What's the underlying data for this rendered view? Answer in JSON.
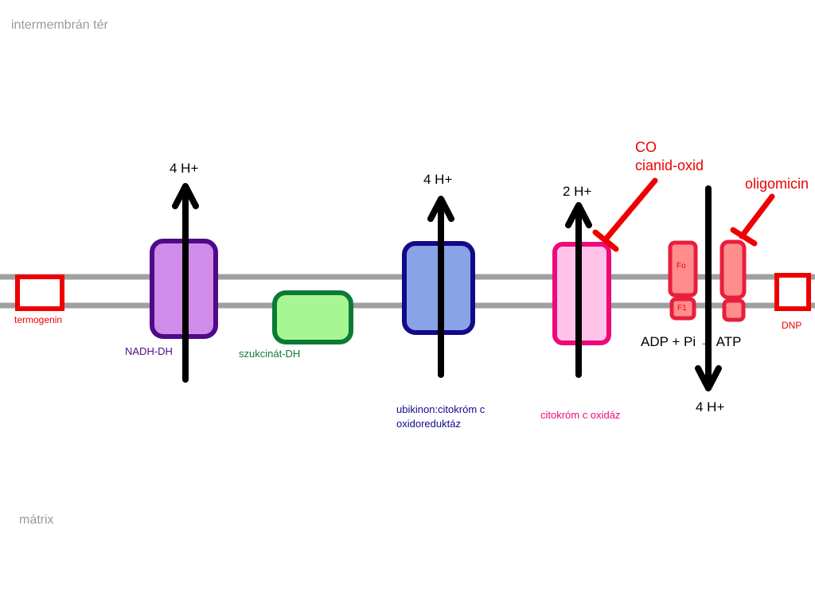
{
  "regions": {
    "intermembrane": "intermembrán tér",
    "matrix": "mátrix"
  },
  "colors": {
    "membrane": "#a0a0a0",
    "nadh_fill": "#d08ce8",
    "nadh_border": "#4e0a88",
    "sdh_fill": "#a6f793",
    "sdh_border": "#0b7a35",
    "ubq_fill": "#8aa2e6",
    "ubq_border": "#120a8a",
    "cox_fill": "#ffc2e8",
    "cox_border": "#ee0a7a",
    "atpase_fill": "#ff8d8d",
    "atpase_border": "#e81e3c",
    "inhibitor": "#ee0000"
  },
  "complexes": {
    "nadh_dh": "NADH-DH",
    "szukcinat_dh": "szukcinát-DH",
    "ubikinon_line1": "ubikinon:citokróm c",
    "ubikinon_line2": "oxidoreduktáz",
    "citokrom_oxidaz": "citokróm c oxidáz"
  },
  "protons": {
    "complex1": "4 H+",
    "complex3": "4 H+",
    "complex4": "2 H+",
    "atp_synthase": "4 H+"
  },
  "atp_synthase": {
    "fo": "Fo",
    "f1": "F1",
    "reaction": "ADP + Pi → ATP"
  },
  "inhibitors": {
    "co": "CO",
    "cianid": "cianid-oxid",
    "oligomicin": "oligomicin",
    "termogenin": "termogenin",
    "dnp": "DNP"
  }
}
